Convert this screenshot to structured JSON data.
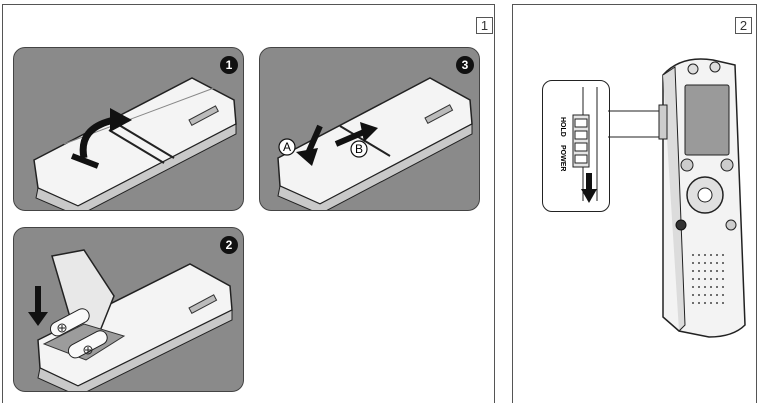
{
  "figure_1": {
    "box_number": "1",
    "panels": [
      {
        "step": "1"
      },
      {
        "step": "2"
      },
      {
        "step": "3",
        "callout_a": "A",
        "callout_b": "B"
      }
    ]
  },
  "figure_2": {
    "box_number": "2",
    "switch_label_hold": "HOLD",
    "switch_label_power": "POWER"
  },
  "colors": {
    "panel_gray": "#8a8a8a",
    "device_light": "#f2f2f2",
    "arrow": "#111111",
    "frame": "#555555"
  },
  "icons": [
    "battery-icon",
    "arrow-icon",
    "record-button-icon",
    "speaker-grille"
  ]
}
